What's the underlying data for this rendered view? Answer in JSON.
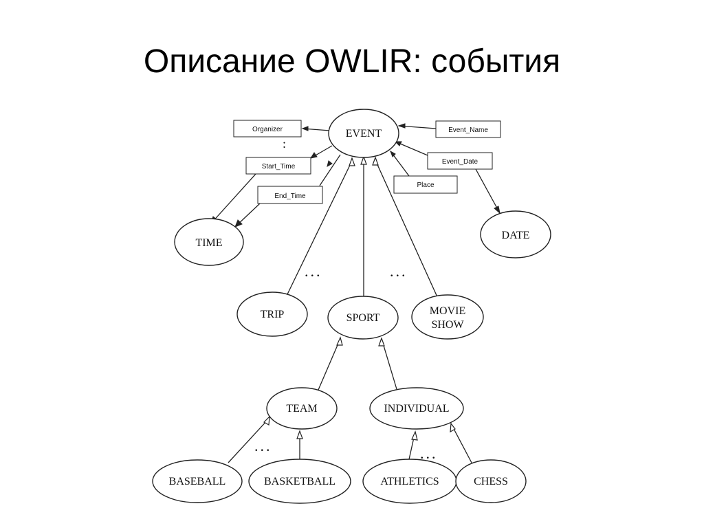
{
  "slide": {
    "title": "Описание OWLIR: события"
  },
  "diagram": {
    "nodes": {
      "event": "EVENT",
      "time": "TIME",
      "date": "DATE",
      "trip": "TRIP",
      "sport": "SPORT",
      "movie_show_line1": "MOVIE",
      "movie_show_line2": "SHOW",
      "team": "TEAM",
      "individual": "INDIVIDUAL",
      "baseball": "BASEBALL",
      "basketball": "BASKETBALL",
      "athletics": "ATHLETICS",
      "chess": "CHESS"
    },
    "properties": {
      "organizer": "Organizer",
      "start_time": "Start_Time",
      "end_time": "End_Time",
      "event_name": "Event_Name",
      "event_date": "Event_Date",
      "place": "Place"
    },
    "ellipsis": "...",
    "colors": {
      "line": "#222222",
      "fill": "#ffffff"
    }
  }
}
